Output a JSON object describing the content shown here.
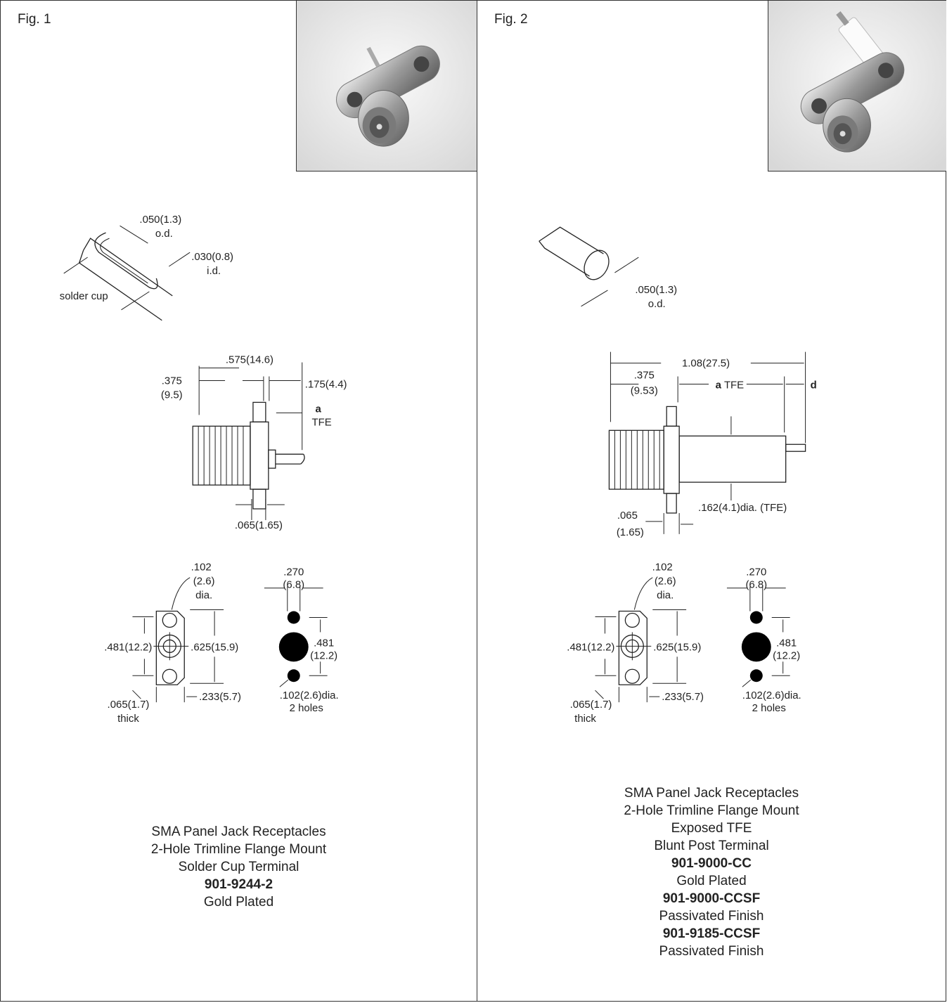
{
  "fig1": {
    "label": "Fig. 1",
    "solder_cup": {
      "od_value": ".050(1.3)",
      "od_unit": "o.d.",
      "id_value": ".030(0.8)",
      "id_unit": "i.d.",
      "name": "solder cup"
    },
    "side": {
      "len": ".575(14.6)",
      "left_a": ".375",
      "left_b": "(9.5)",
      "right": ".175(4.4)",
      "a": "a",
      "tfe": "TFE",
      "flange": ".065(1.65)"
    },
    "flange": {
      "top_a": ".102",
      "top_b": "(2.6)",
      "top_c": "dia.",
      "height": ".481(12.2)",
      "total": ".625(15.9)",
      "thick_a": ".065(1.7)",
      "thick_b": "thick",
      "width": ".233(5.7)"
    },
    "holes": {
      "spacing_a": ".270",
      "spacing_b": "(6.8)",
      "center_a": ".481",
      "center_b": "(12.2)",
      "note_a": ".102(2.6)dia.",
      "note_b": "2 holes"
    },
    "caption": [
      "SMA Panel Jack Receptacles",
      "2-Hole Trimline Flange Mount",
      "Solder Cup Terminal"
    ],
    "part_number": "901-9244-2",
    "finish": "Gold Plated"
  },
  "fig2": {
    "label": "Fig. 2",
    "post": {
      "od_value": ".050(1.3)",
      "od_unit": "o.d."
    },
    "side": {
      "total": "1.08(27.5)",
      "left_a": ".375",
      "left_b": "(9.53)",
      "a": "a",
      "tfe": "TFE",
      "d": "d",
      "dia": ".162(4.1)dia. (TFE)",
      "flange_a": ".065",
      "flange_b": "(1.65)"
    },
    "flange": {
      "top_a": ".102",
      "top_b": "(2.6)",
      "top_c": "dia.",
      "height": ".481(12.2)",
      "total": ".625(15.9)",
      "thick_a": ".065(1.7)",
      "thick_b": "thick",
      "width": ".233(5.7)"
    },
    "holes": {
      "spacing_a": ".270",
      "spacing_b": "(6.8)",
      "center_a": ".481",
      "center_b": "(12.2)",
      "note_a": ".102(2.6)dia.",
      "note_b": "2 holes"
    },
    "caption": [
      "SMA Panel Jack Receptacles",
      "2-Hole Trimline Flange Mount",
      "Exposed TFE",
      "Blunt Post Terminal"
    ],
    "parts": [
      {
        "part_number": "901-9000-CC",
        "finish": "Gold Plated"
      },
      {
        "part_number": "901-9000-CCSF",
        "finish": "Passivated Finish"
      },
      {
        "part_number": "901-9185-CCSF",
        "finish": "Passivated Finish"
      }
    ]
  }
}
